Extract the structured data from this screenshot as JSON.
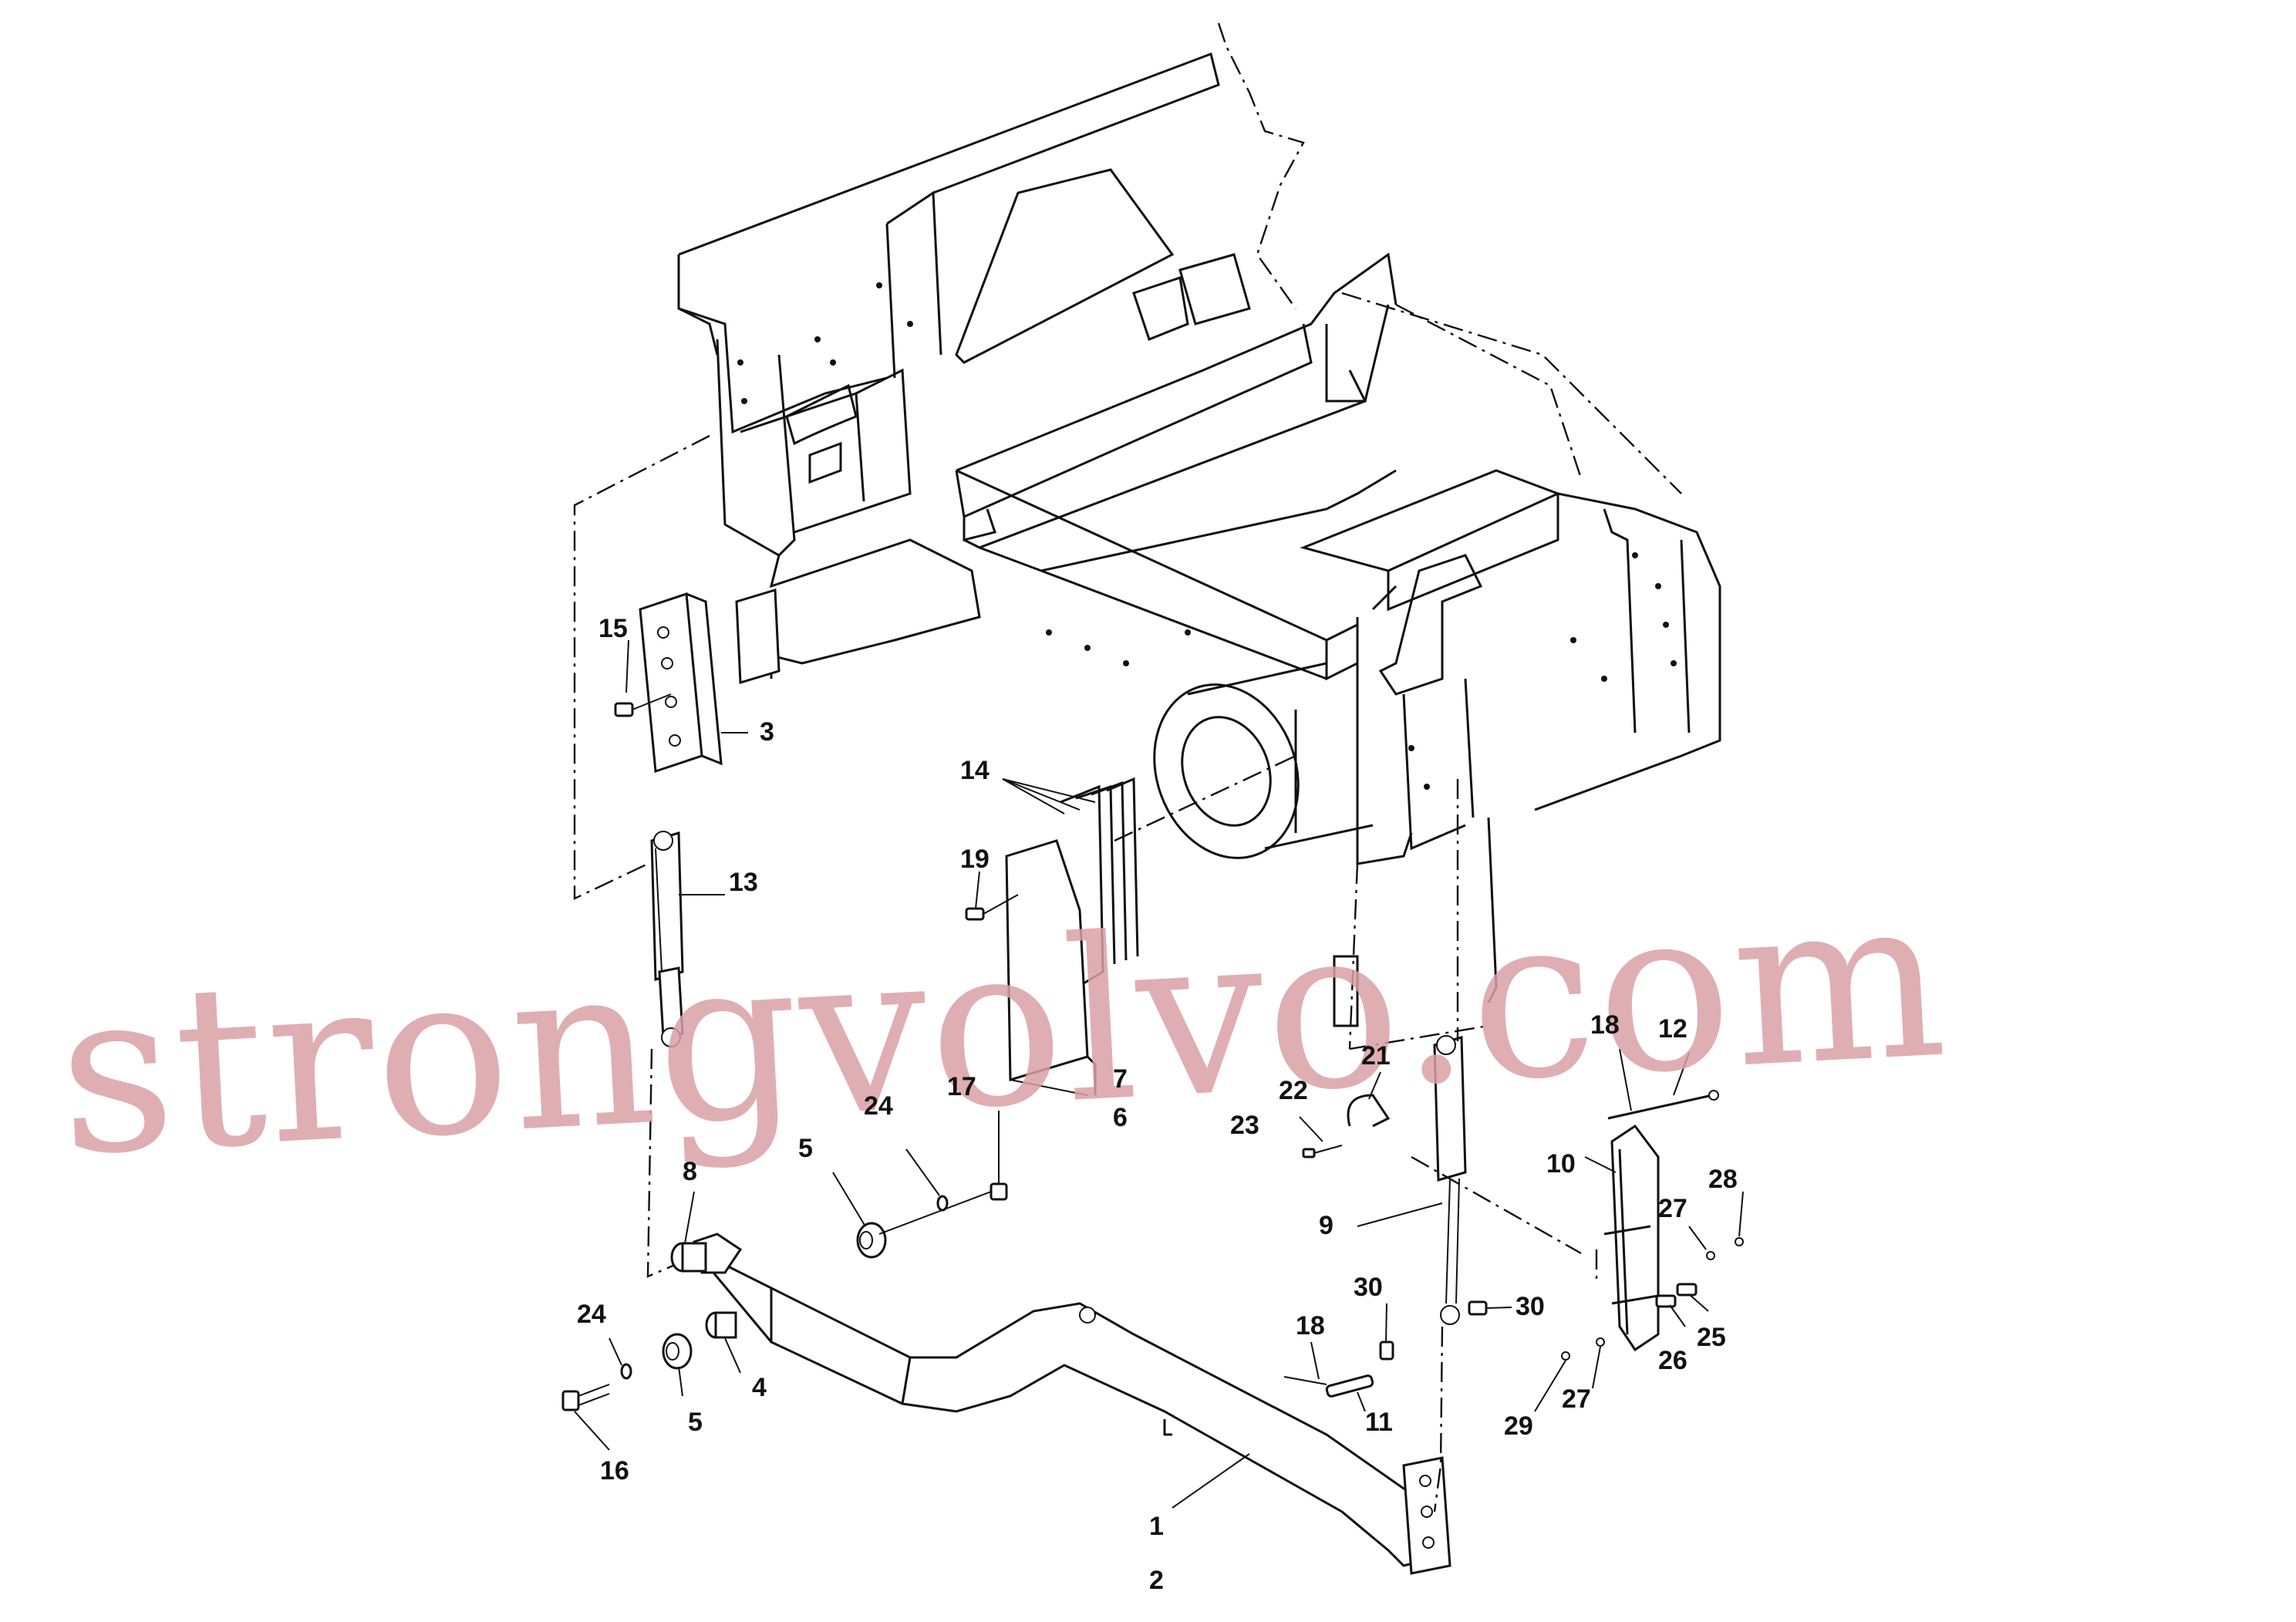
{
  "watermark": "strongvolvo.com",
  "part_labels": [
    {
      "id": "15",
      "text": "15"
    },
    {
      "id": "3",
      "text": "3"
    },
    {
      "id": "14",
      "text": "14"
    },
    {
      "id": "19",
      "text": "19"
    },
    {
      "id": "13",
      "text": "13"
    },
    {
      "id": "7",
      "text": "7"
    },
    {
      "id": "6",
      "text": "6"
    },
    {
      "id": "24a",
      "text": "24"
    },
    {
      "id": "17",
      "text": "17"
    },
    {
      "id": "5a",
      "text": "5"
    },
    {
      "id": "8",
      "text": "8"
    },
    {
      "id": "24b",
      "text": "24"
    },
    {
      "id": "5b",
      "text": "5"
    },
    {
      "id": "4",
      "text": "4"
    },
    {
      "id": "16",
      "text": "16"
    },
    {
      "id": "1",
      "text": "1"
    },
    {
      "id": "2",
      "text": "2"
    },
    {
      "id": "18a",
      "text": "18"
    },
    {
      "id": "12",
      "text": "12"
    },
    {
      "id": "21",
      "text": "21"
    },
    {
      "id": "22",
      "text": "22"
    },
    {
      "id": "23",
      "text": "23"
    },
    {
      "id": "10",
      "text": "10"
    },
    {
      "id": "28",
      "text": "28"
    },
    {
      "id": "27a",
      "text": "27"
    },
    {
      "id": "9",
      "text": "9"
    },
    {
      "id": "30a",
      "text": "30"
    },
    {
      "id": "30b",
      "text": "30"
    },
    {
      "id": "18b",
      "text": "18"
    },
    {
      "id": "11",
      "text": "11"
    },
    {
      "id": "26",
      "text": "26"
    },
    {
      "id": "25",
      "text": "25"
    },
    {
      "id": "29",
      "text": "29"
    },
    {
      "id": "27b",
      "text": "27"
    }
  ]
}
